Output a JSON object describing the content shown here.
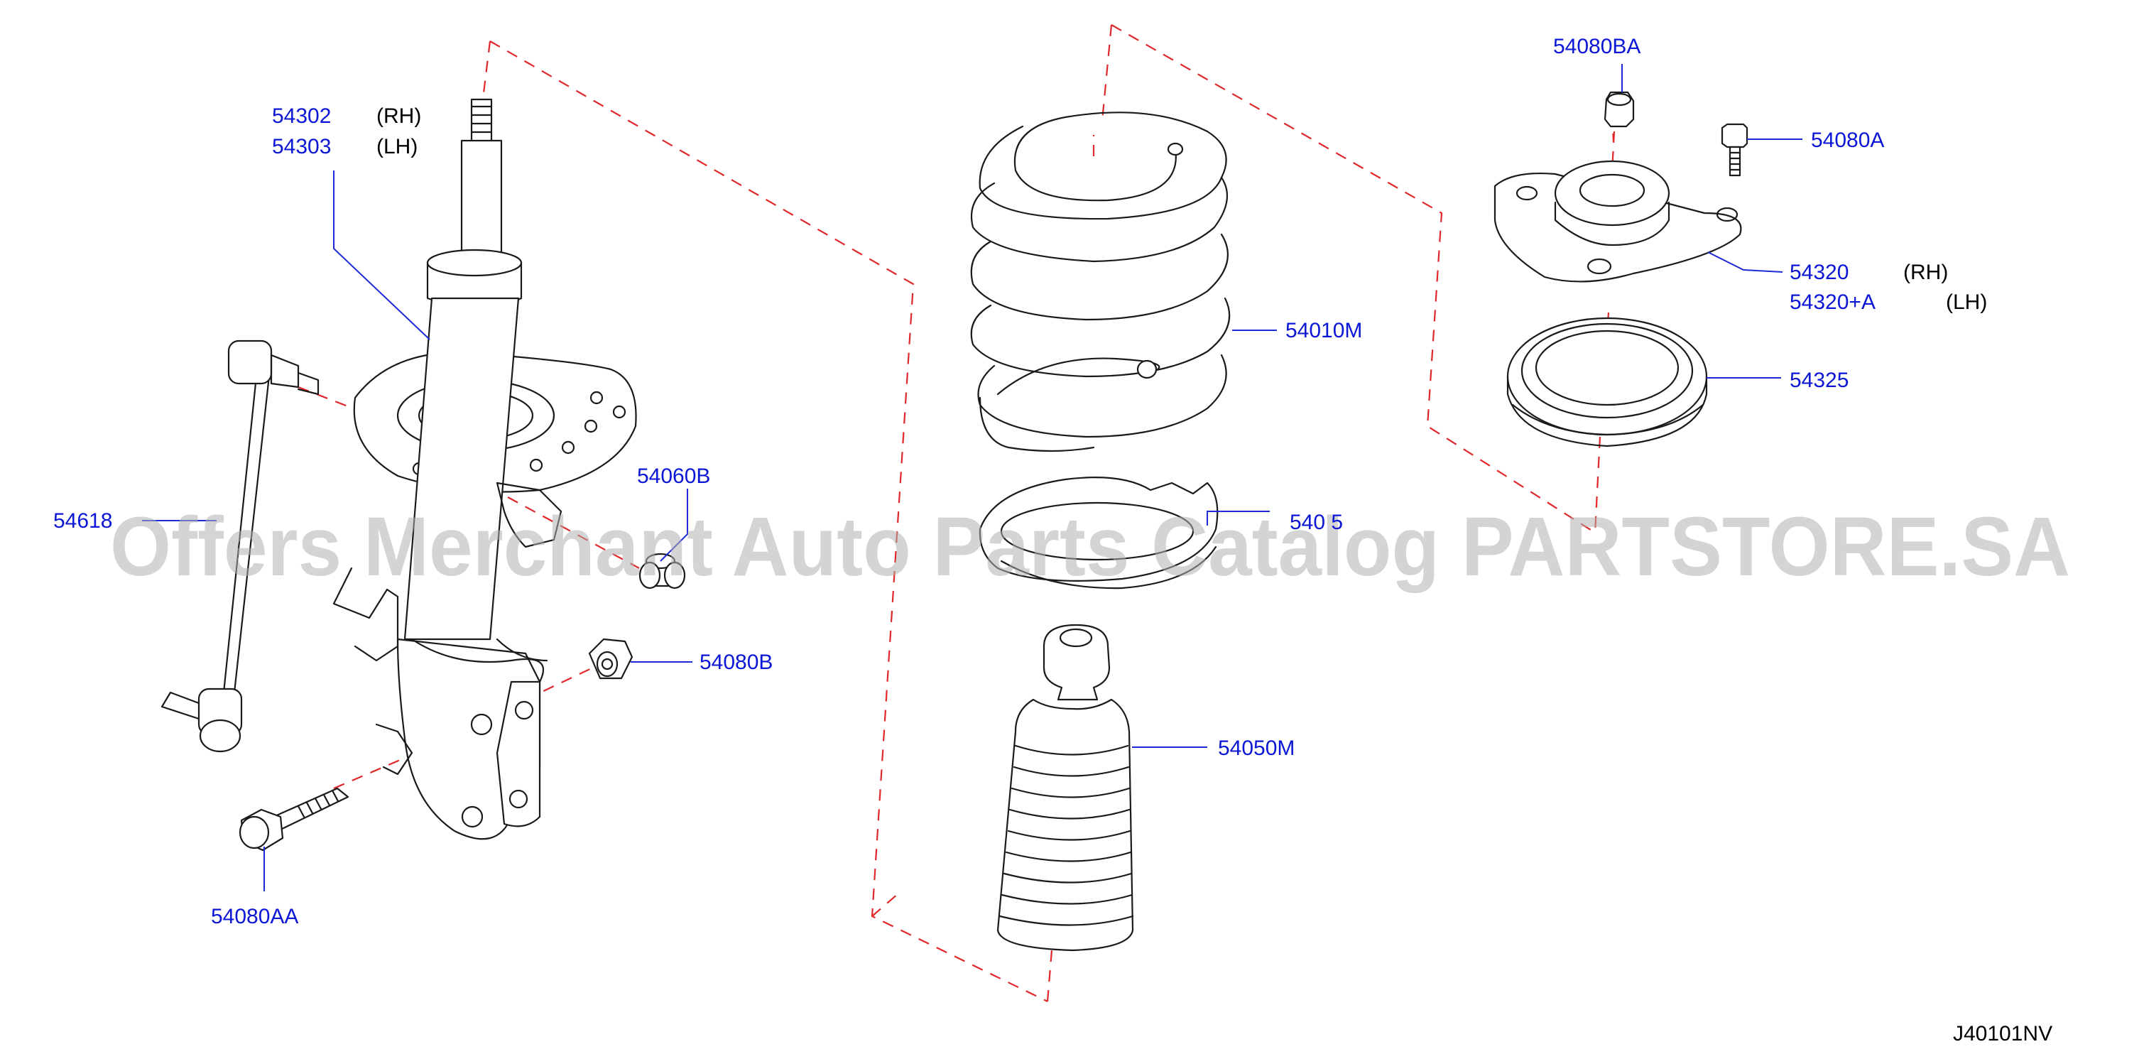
{
  "diagram_code": "J40101NV",
  "watermark": "Offers Merchant Auto Parts Catalog PARTSTORE.SA",
  "colors": {
    "callout": "#0b16d6",
    "phantom_line": "#e0282b",
    "drawing": "#1a1a1a"
  },
  "callouts": {
    "strut_rh": {
      "part_no": "54302",
      "side": "(RH)"
    },
    "strut_lh": {
      "part_no": "54303",
      "side": "(LH)"
    },
    "stabilizer_link": {
      "part_no": "54618"
    },
    "bushing": {
      "part_no": "54060B"
    },
    "nut": {
      "part_no": "54080B"
    },
    "bolt": {
      "part_no": "54080AA"
    },
    "coil_spring": {
      "part_no": "54010M"
    },
    "spring_seat": {
      "part_no": "540 5"
    },
    "bumper_boot": {
      "part_no": "54050M"
    },
    "mount_nut": {
      "part_no": "54080BA"
    },
    "mount_bolt": {
      "part_no": "54080A"
    },
    "mount_rh": {
      "part_no": "54320",
      "side": "(RH)"
    },
    "mount_lh": {
      "part_no": "54320+A",
      "side": "(LH)"
    },
    "bearing": {
      "part_no": "54325"
    }
  }
}
